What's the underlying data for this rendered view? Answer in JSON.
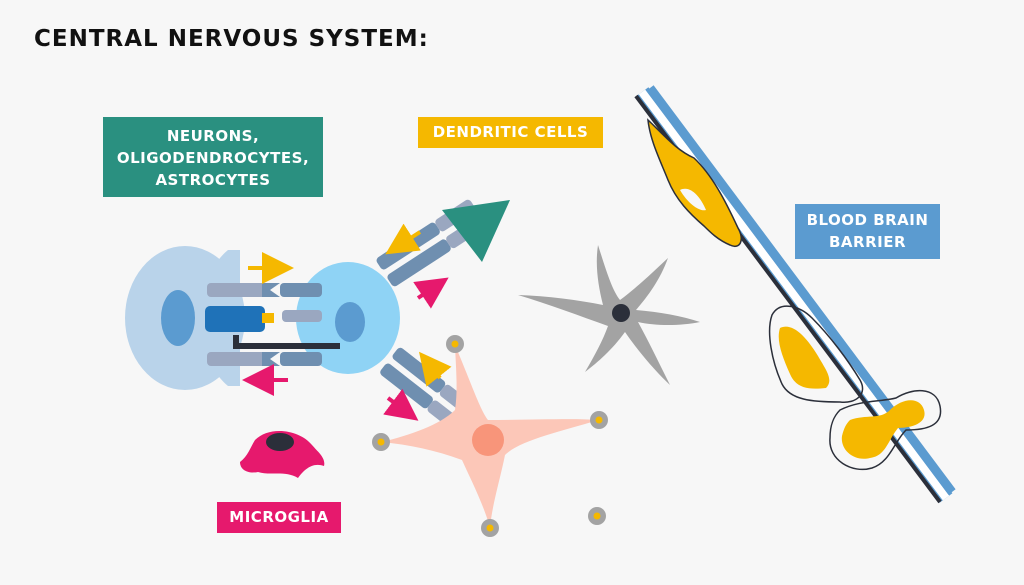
{
  "title": "CENTRAL NERVOUS SYSTEM:",
  "labels": {
    "neurons": [
      "NEURONS,",
      "OLIGODENDROCYTES,",
      "ASTROCYTES"
    ],
    "dendritic": "DENDRITIC CELLS",
    "bbb": [
      "BLOOD BRAIN",
      "BARRIER"
    ],
    "microglia": "MICROGLIA"
  },
  "colors": {
    "teal": "#2a9080",
    "yellow": "#f5b800",
    "blue": "#5b9bd0",
    "magenta": "#e6196d",
    "salmon": "#fcc7b8",
    "gray": "#a3a3a3"
  }
}
